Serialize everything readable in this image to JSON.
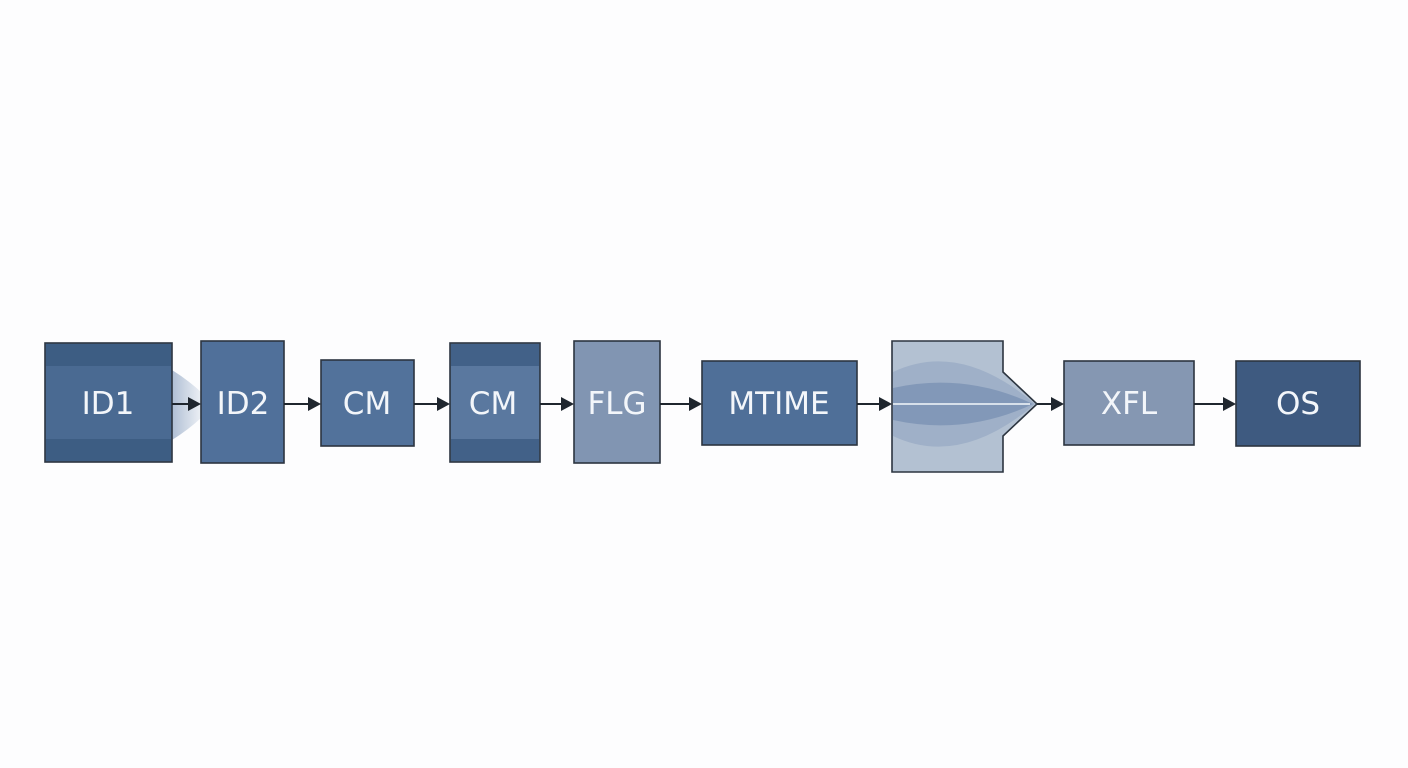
{
  "diagram": {
    "nodes": [
      {
        "id": "id1",
        "label": "ID1",
        "color": "#4a6a92",
        "band_color": "#3b5a80"
      },
      {
        "id": "id2",
        "label": "ID2",
        "color": "#50709a"
      },
      {
        "id": "cm1",
        "label": "CM",
        "color": "#52729b"
      },
      {
        "id": "cm2",
        "label": "CM",
        "color": "#5a789f",
        "band_color": "#3e5d84"
      },
      {
        "id": "flg",
        "label": "FLG",
        "color": "#8195b2"
      },
      {
        "id": "mtime",
        "label": "MTIME",
        "color": "#4f6f98"
      },
      {
        "id": "funnel",
        "label": "",
        "color": "#b3c1d2"
      },
      {
        "id": "xfl",
        "label": "XFL",
        "color": "#8597b2"
      },
      {
        "id": "os",
        "label": "OS",
        "color": "#3e5a80"
      }
    ],
    "edges": [
      {
        "from": "id1",
        "to": "id2"
      },
      {
        "from": "id2",
        "to": "cm1"
      },
      {
        "from": "cm1",
        "to": "cm2"
      },
      {
        "from": "cm2",
        "to": "flg"
      },
      {
        "from": "flg",
        "to": "mtime"
      },
      {
        "from": "mtime",
        "to": "funnel"
      },
      {
        "from": "funnel",
        "to": "xfl"
      },
      {
        "from": "xfl",
        "to": "os"
      }
    ],
    "arrow_color": "#1f262e",
    "text_color": "#f3f6fa"
  }
}
